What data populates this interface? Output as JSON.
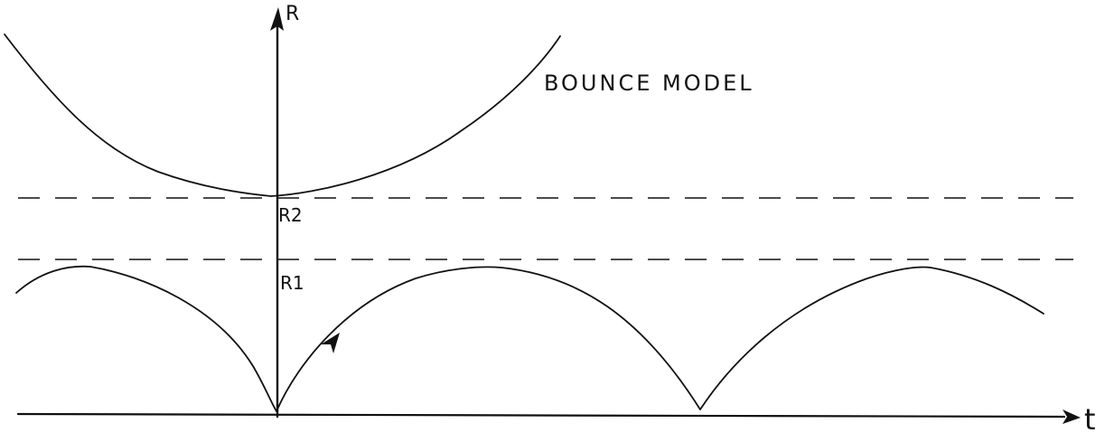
{
  "title": "BOUNCE MODEL",
  "axes": {
    "y_label": "R",
    "x_label": "t"
  },
  "levels": [
    {
      "label": "R2"
    },
    {
      "label": "R1"
    }
  ],
  "curves": [
    {
      "name": "upper-bounce-curve"
    },
    {
      "name": "lower-oscillating-curve"
    }
  ],
  "colors": {
    "ink": "#111111",
    "paper": "#ffffff"
  }
}
